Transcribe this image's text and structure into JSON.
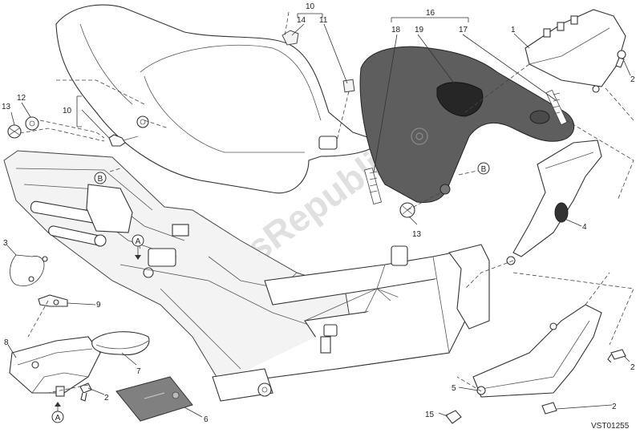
{
  "diagram": {
    "drawing_code": "VST01255",
    "watermark": "PartsRepublik",
    "reference_letters": {
      "a": "A",
      "b": "B"
    },
    "callouts": [
      {
        "id": "c1",
        "label": "1"
      },
      {
        "id": "c2a",
        "label": "2"
      },
      {
        "id": "c2b",
        "label": "2"
      },
      {
        "id": "c2c",
        "label": "2"
      },
      {
        "id": "c2d",
        "label": "2"
      },
      {
        "id": "c3",
        "label": "3"
      },
      {
        "id": "c4",
        "label": "4"
      },
      {
        "id": "c5",
        "label": "5"
      },
      {
        "id": "c6",
        "label": "6"
      },
      {
        "id": "c7",
        "label": "7"
      },
      {
        "id": "c8",
        "label": "8"
      },
      {
        "id": "c9",
        "label": "9"
      },
      {
        "id": "c10a",
        "label": "10"
      },
      {
        "id": "c10b",
        "label": "10"
      },
      {
        "id": "c11",
        "label": "11"
      },
      {
        "id": "c12",
        "label": "12"
      },
      {
        "id": "c13a",
        "label": "13"
      },
      {
        "id": "c13b",
        "label": "13"
      },
      {
        "id": "c14",
        "label": "14"
      },
      {
        "id": "c15",
        "label": "15"
      },
      {
        "id": "c16",
        "label": "16"
      },
      {
        "id": "c17",
        "label": "17"
      },
      {
        "id": "c18",
        "label": "18"
      },
      {
        "id": "c19",
        "label": "19"
      }
    ]
  }
}
